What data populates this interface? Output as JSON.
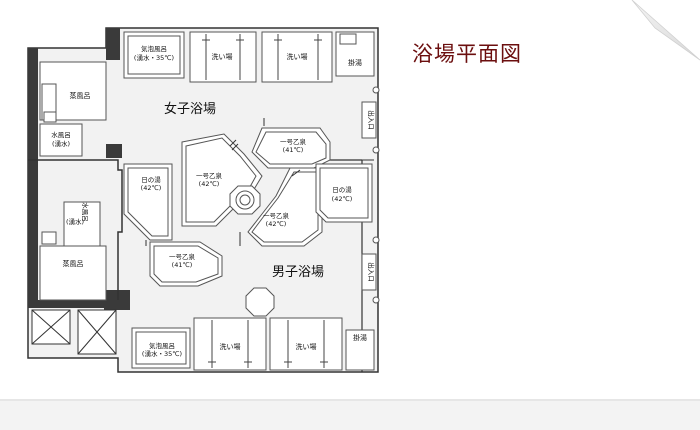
{
  "title": "浴場平面図",
  "women": {
    "area_label": "女子浴場",
    "bubble_bath": [
      "気泡風呂",
      "(湧水・35℃)"
    ],
    "wash_1": "洗い場",
    "wash_2": "洗い場",
    "kakeyu": "掛湯",
    "sauna": "蒸風呂",
    "water_bath": [
      "水風呂",
      "(湧水)"
    ],
    "hinoyu": [
      "日の湯",
      "(42℃)"
    ],
    "ichigo_upper": [
      "一号乙泉",
      "(41℃)"
    ],
    "ichigo_center": [
      "一号乙泉",
      "(42℃)"
    ],
    "exit": "出入口"
  },
  "men": {
    "area_label": "男子浴場",
    "bubble_bath": [
      "気泡風呂",
      "(湧水・35℃)"
    ],
    "wash_1": "洗い場",
    "wash_2": "洗い場",
    "kakeyu": "掛湯",
    "sauna": "蒸風呂",
    "water_bath": [
      "水風呂",
      "(湧水)"
    ],
    "hinoyu": [
      "日の湯",
      "(42℃)"
    ],
    "ichigo_lower": [
      "一号乙泉",
      "(41℃)"
    ],
    "ichigo_center": [
      "一号乙泉",
      "(42℃)"
    ],
    "exit": "出入口"
  }
}
